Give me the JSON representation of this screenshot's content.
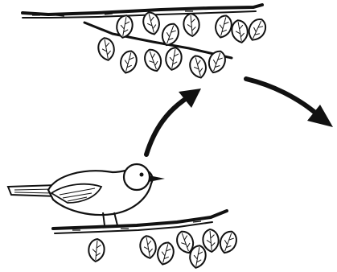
{
  "diagram": {
    "type": "food-chain",
    "style": "black-and-white line drawing",
    "nodes": [
      {
        "id": "leafy-branch",
        "icon": "leafy-branch-icon"
      },
      {
        "id": "bird-on-branch",
        "icon": "bird-icon"
      }
    ],
    "edges": [
      {
        "from": "bird-on-branch",
        "to": "leafy-branch",
        "icon": "arrow-icon"
      },
      {
        "from": "leafy-branch",
        "to": "offscreen-right",
        "icon": "arrow-icon"
      }
    ],
    "colors": {
      "ink": "#111111",
      "paper": "#ffffff"
    }
  }
}
